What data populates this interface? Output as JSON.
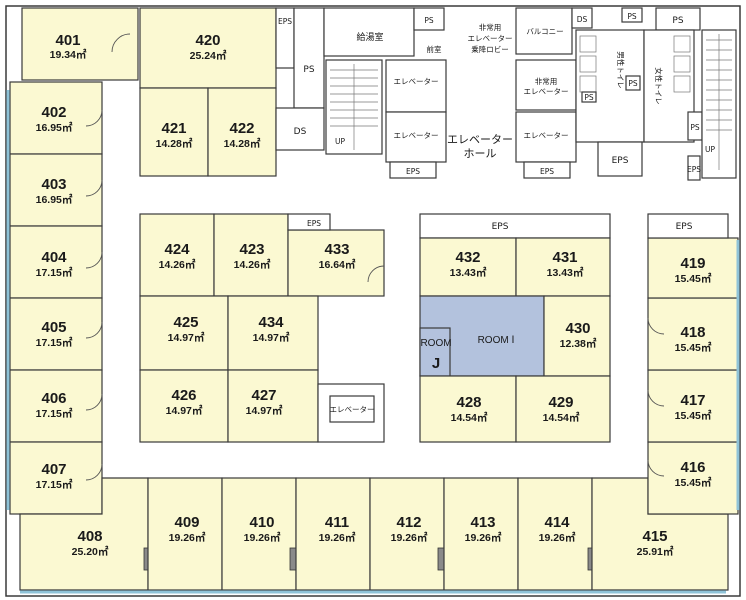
{
  "rooms": [
    {
      "id": "401",
      "number": "401",
      "area": "19.34㎡"
    },
    {
      "id": "402",
      "number": "402",
      "area": "16.95㎡"
    },
    {
      "id": "403",
      "number": "403",
      "area": "16.95㎡"
    },
    {
      "id": "404",
      "number": "404",
      "area": "17.15㎡"
    },
    {
      "id": "405",
      "number": "405",
      "area": "17.15㎡"
    },
    {
      "id": "406",
      "number": "406",
      "area": "17.15㎡"
    },
    {
      "id": "407",
      "number": "407",
      "area": "17.15㎡"
    },
    {
      "id": "408",
      "number": "408",
      "area": "25.20㎡"
    },
    {
      "id": "409",
      "number": "409",
      "area": "19.26㎡"
    },
    {
      "id": "410",
      "number": "410",
      "area": "19.26㎡"
    },
    {
      "id": "411",
      "number": "411",
      "area": "19.26㎡"
    },
    {
      "id": "412",
      "number": "412",
      "area": "19.26㎡"
    },
    {
      "id": "413",
      "number": "413",
      "area": "19.26㎡"
    },
    {
      "id": "414",
      "number": "414",
      "area": "19.26㎡"
    },
    {
      "id": "415",
      "number": "415",
      "area": "25.91㎡"
    },
    {
      "id": "416",
      "number": "416",
      "area": "15.45㎡"
    },
    {
      "id": "417",
      "number": "417",
      "area": "15.45㎡"
    },
    {
      "id": "418",
      "number": "418",
      "area": "15.45㎡"
    },
    {
      "id": "419",
      "number": "419",
      "area": "15.45㎡"
    },
    {
      "id": "420",
      "number": "420",
      "area": "25.24㎡"
    },
    {
      "id": "421",
      "number": "421",
      "area": "14.28㎡"
    },
    {
      "id": "422",
      "number": "422",
      "area": "14.28㎡"
    },
    {
      "id": "423",
      "number": "423",
      "area": "14.26㎡"
    },
    {
      "id": "424",
      "number": "424",
      "area": "14.26㎡"
    },
    {
      "id": "425",
      "number": "425",
      "area": "14.97㎡"
    },
    {
      "id": "426",
      "number": "426",
      "area": "14.97㎡"
    },
    {
      "id": "427",
      "number": "427",
      "area": "14.97㎡"
    },
    {
      "id": "428",
      "number": "428",
      "area": "14.54㎡"
    },
    {
      "id": "429",
      "number": "429",
      "area": "14.54㎡"
    },
    {
      "id": "430",
      "number": "430",
      "area": "12.38㎡"
    },
    {
      "id": "431",
      "number": "431",
      "area": "13.43㎡"
    },
    {
      "id": "432",
      "number": "432",
      "area": "13.43㎡"
    },
    {
      "id": "433",
      "number": "433",
      "area": "16.64㎡"
    },
    {
      "id": "434",
      "number": "434",
      "area": "14.97㎡"
    }
  ],
  "special_rooms": {
    "room_i": "ROOM Ⅰ",
    "room_j_line1": "ROOM",
    "room_j_line2": "J"
  },
  "labels": {
    "eps": "EPS",
    "ps": "PS",
    "ds": "DS",
    "up": "UP",
    "kyutoshitsu": "給湯室",
    "zenshitsu": "前室",
    "emergency_lobby_1": "非常用",
    "emergency_lobby_2": "エレベーター",
    "emergency_lobby_3": "乗降ロビー",
    "balcony": "バルコニー",
    "elevator": "エレベーター",
    "emergency_elevator_1": "非常用",
    "emergency_elevator_2": "エレベーター",
    "elevator_hall_1": "エレベーター",
    "elevator_hall_2": "ホール",
    "mens_toilet": "男性トイレ",
    "womens_toilet": "女性トイレ"
  }
}
